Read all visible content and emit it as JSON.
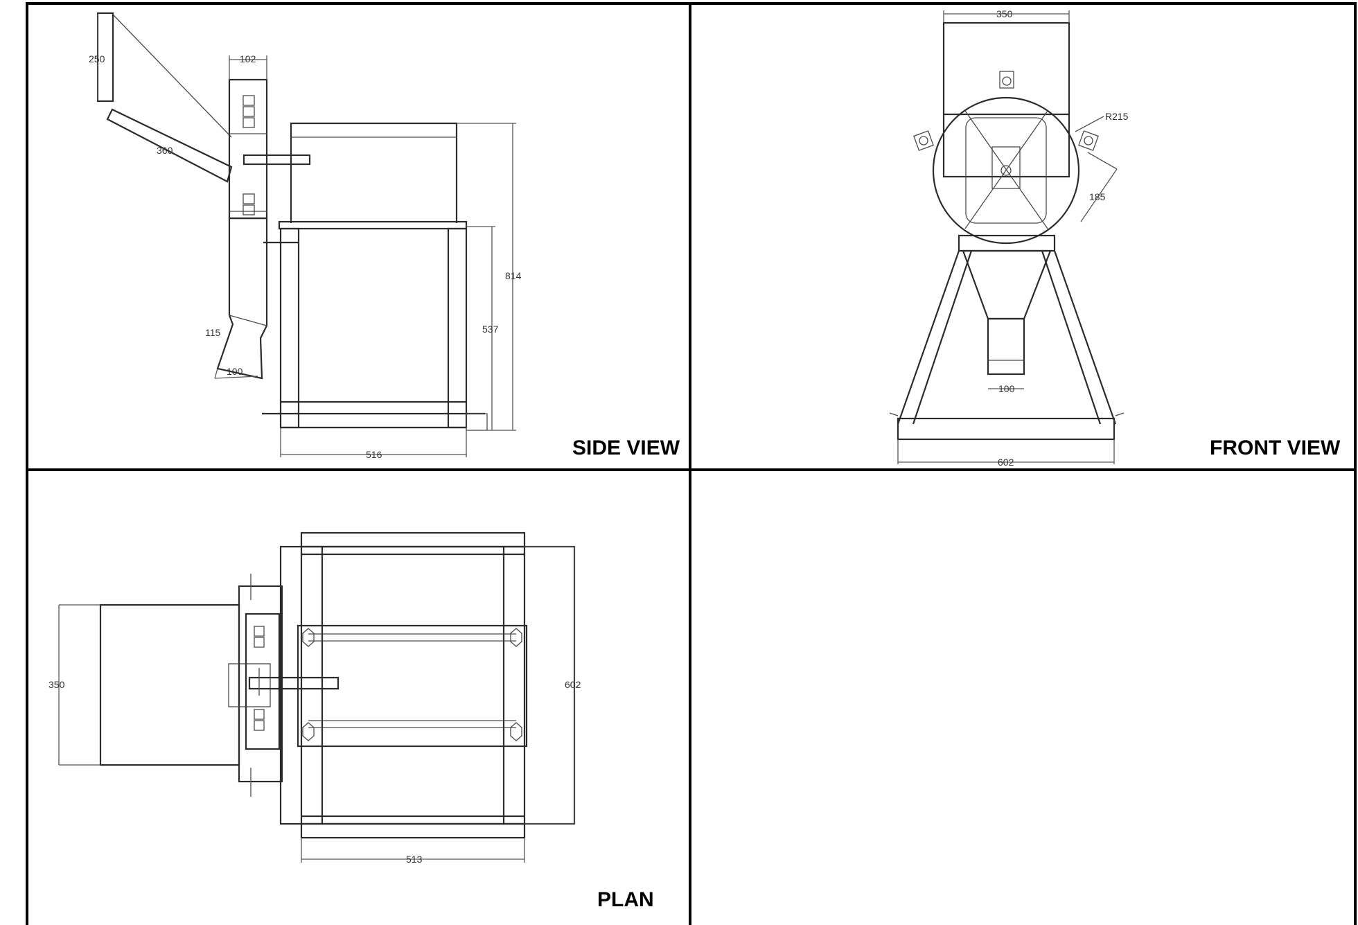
{
  "views": {
    "side": "SIDE VIEW",
    "front": "FRONT VIEW",
    "plan": "PLAN"
  },
  "side_dims": {
    "d250": "250",
    "d102": "102",
    "d360": "360",
    "d814": "814",
    "d537": "537",
    "d115": "115",
    "d100": "100",
    "d516": "516"
  },
  "front_dims": {
    "d350": "350",
    "r215": "R215",
    "d185": "185",
    "d100": "100",
    "d602": "602"
  },
  "plan_dims": {
    "d350": "350",
    "d602": "602",
    "d513": "513"
  }
}
